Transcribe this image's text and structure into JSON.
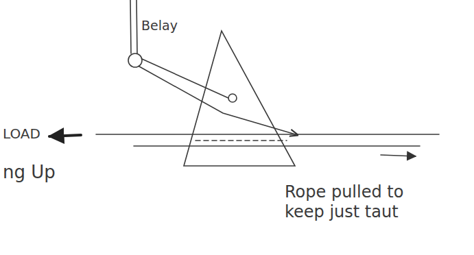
{
  "diagram": {
    "labels": [
      "Belay",
      "LOAD",
      "ng Up",
      "Rope pulled to keep just taut"
    ]
  }
}
